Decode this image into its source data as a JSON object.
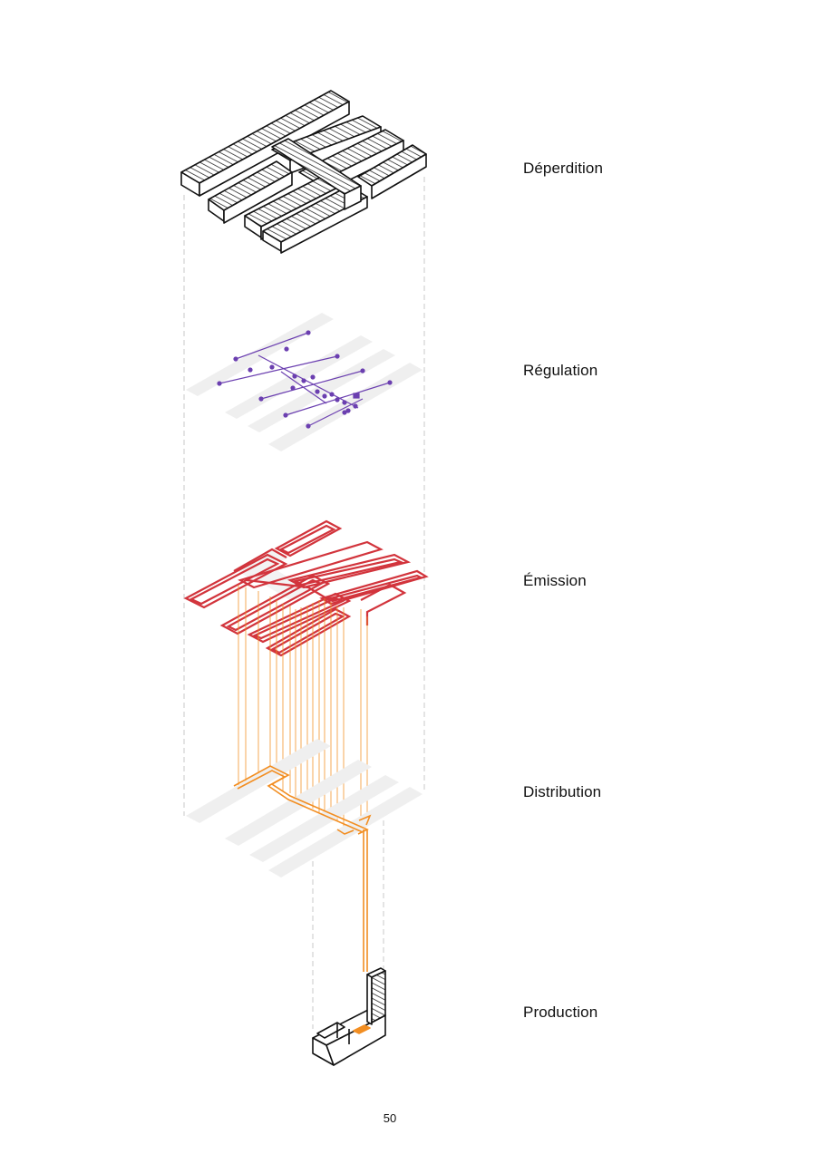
{
  "layers": [
    {
      "label": "Déperdition"
    },
    {
      "label": "Régulation"
    },
    {
      "label": "Émission"
    },
    {
      "label": "Distribution"
    },
    {
      "label": "Production"
    }
  ],
  "page_number": "50",
  "colors": {
    "outline": "#111111",
    "slab": "#efefef",
    "regulation": "#6b3fb0",
    "emission": "#d2343c",
    "distribution": "#f28e22",
    "guide": "#c8c8c8"
  }
}
